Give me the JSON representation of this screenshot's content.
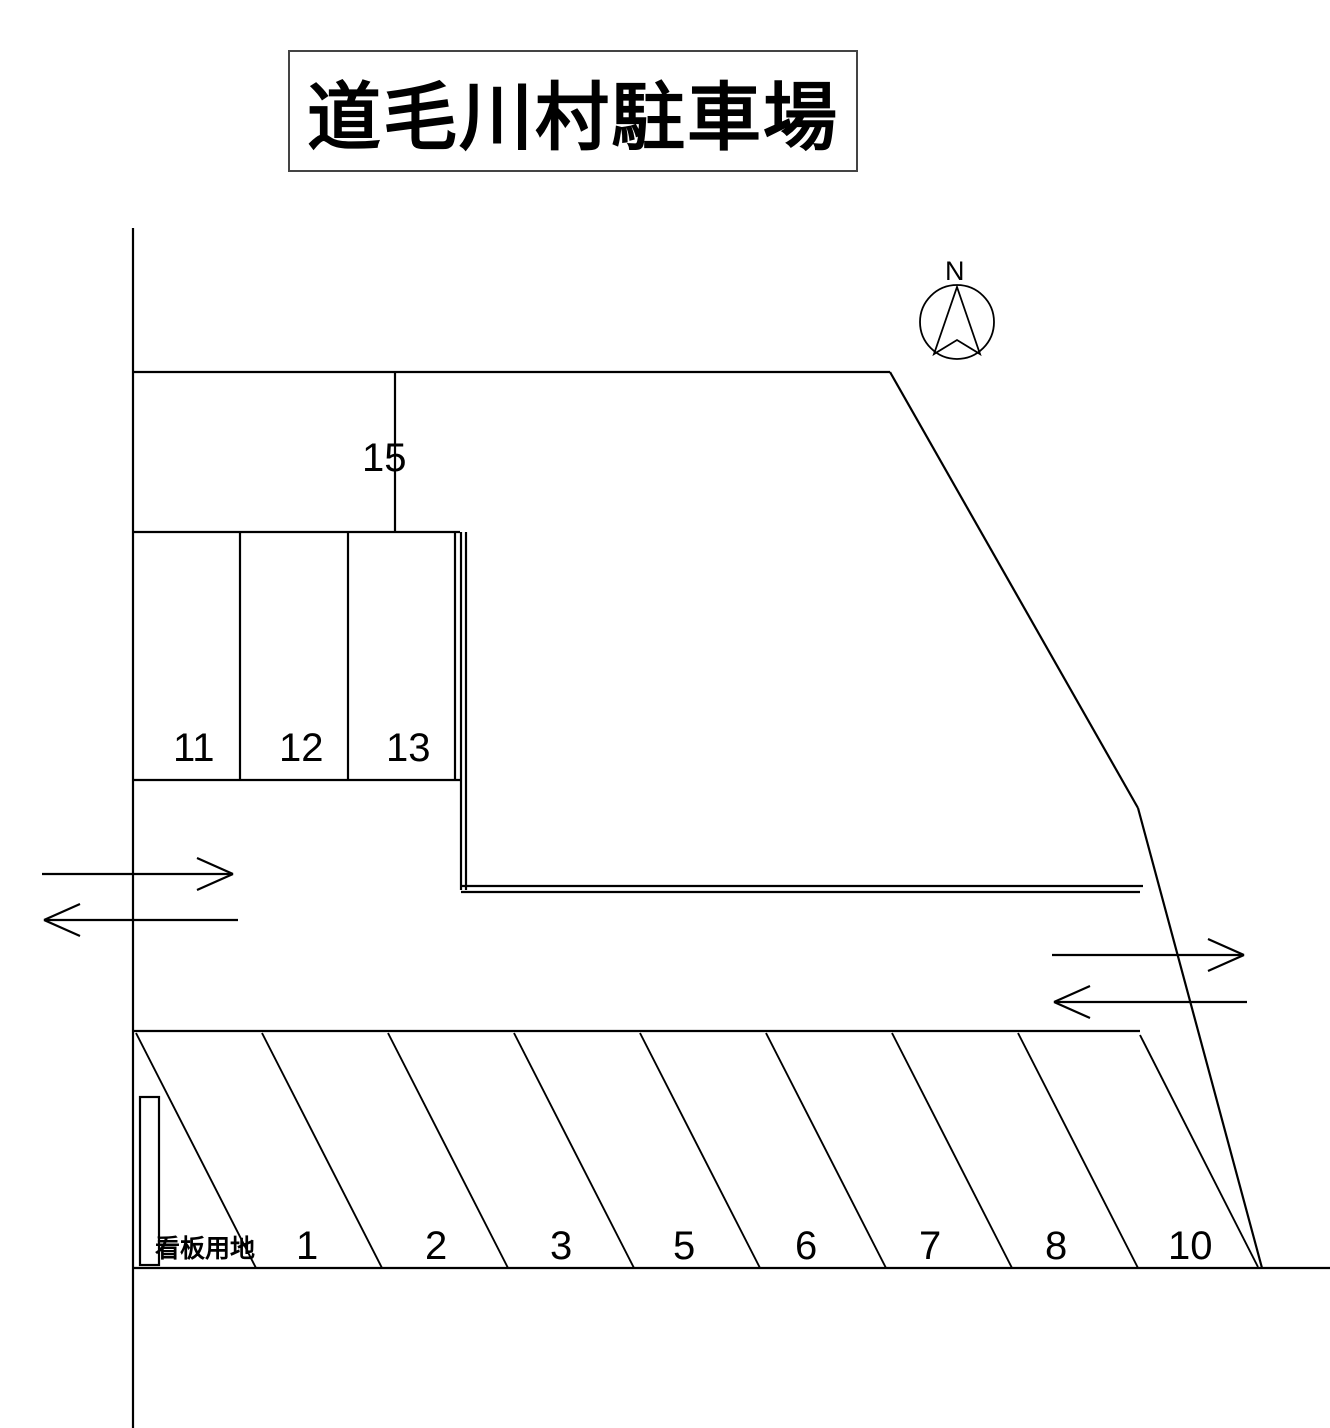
{
  "title": {
    "text": "道毛川村駐車場"
  },
  "compass": {
    "label": "N",
    "icon": "north-arrow-icon"
  },
  "legend": {
    "signboard_label": "看板用地"
  },
  "stalls": {
    "upper_row": [
      {
        "number": "11"
      },
      {
        "number": "12"
      },
      {
        "number": "13"
      }
    ],
    "top_block": [
      {
        "number": "15"
      }
    ],
    "bottom_row": [
      {
        "number": "1"
      },
      {
        "number": "2"
      },
      {
        "number": "3"
      },
      {
        "number": "5"
      },
      {
        "number": "6"
      },
      {
        "number": "7"
      },
      {
        "number": "8"
      },
      {
        "number": "10"
      }
    ]
  },
  "traffic_arrows": {
    "left_in": "arrow-right-icon",
    "left_out": "arrow-left-icon",
    "right_in": "arrow-right-icon",
    "right_out": "arrow-left-icon"
  },
  "colors": {
    "line": "#000000",
    "border": "#444444",
    "background": "#ffffff"
  }
}
